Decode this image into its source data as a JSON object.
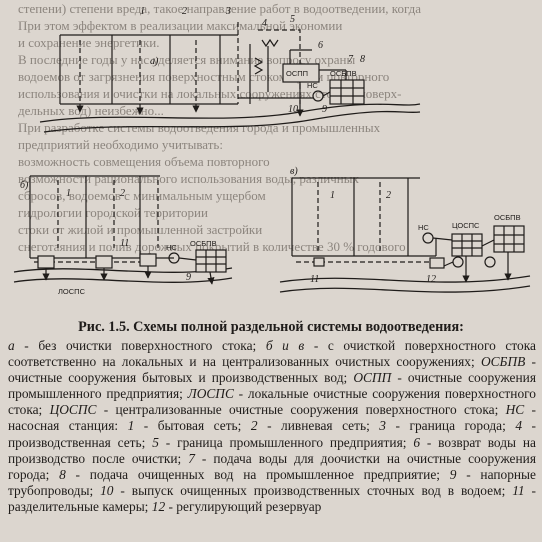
{
  "background_text": [
    "степени) степени вреда, такое направление работ в водоотведении, когда",
    "При этом эффектом в реализации максимальной экономии",
    "и сохранение энергетики.",
    "В последние годы у нас уделяется внимание вопросу охраны",
    "водоемов от загрязнения поверхностным стоком путем повторного",
    "использования и очистки на локальных сооружениях стоков (поверх-",
    "дельных вод) неизбежно...",
    "При разработке системы водоотведения города и промышленных",
    "предприятий необходимо учитывать:",
    "возможность совмещения объема повторного",
    "возможности рационального использования воды, различных",
    "сбросов, водоемов с минимальным ущербом",
    "гидрологии городской территории",
    "стоки от жилой и промышленной застройки",
    "снеготаяния и полив дорожных покрытий в количестве 30 % годового"
  ],
  "figure": {
    "panel_labels": {
      "a": "а)",
      "b": "б)",
      "c": "в)"
    },
    "numbers": {
      "n1": "1",
      "n2": "2",
      "n3": "3",
      "n4": "4",
      "n5": "5",
      "n6": "6",
      "n7": "7",
      "n8": "8",
      "n9": "9",
      "n10": "10",
      "n11": "11",
      "n12": "12"
    },
    "boxes": {
      "ospp": "ОСПП",
      "osbv": "ОСБПВ",
      "ns": "НС",
      "lospc": "ЛОСПС",
      "cospc": "ЦОСПС"
    }
  },
  "caption": {
    "title": "Рис. 1.5. Схемы полной раздельной системы водоотведения:",
    "items": [
      {
        "term": "а",
        "text": " - без очистки поверхностного стока; "
      },
      {
        "term": "б и в",
        "text": " - с очисткой поверхностного стока соответственно на локальных и на централизованных очистных сооружениях; "
      },
      {
        "term": "ОСБПВ",
        "text": " - очистные сооружения бытовых и производственных вод; "
      },
      {
        "term": "ОСПП",
        "text": " - очистные сооружения промышленного предприятия; "
      },
      {
        "term": "ЛОСПС",
        "text": " - локальные очистные сооружения поверхностного стока; "
      },
      {
        "term": "ЦОСПС",
        "text": " - централизованные очистные сооружения поверхностного стока; "
      },
      {
        "term": "НС",
        "text": " - насосная станция: "
      },
      {
        "term": "1",
        "text": " - бытовая сеть; "
      },
      {
        "term": "2",
        "text": " - ливневая сеть; "
      },
      {
        "term": "3",
        "text": " - граница города; "
      },
      {
        "term": "4",
        "text": " - производственная сеть; "
      },
      {
        "term": "5",
        "text": " - граница промышленного предприятия; "
      },
      {
        "term": "6",
        "text": " - возврат воды на производство после очистки; "
      },
      {
        "term": "7",
        "text": " - подача воды для доочистки на очистные сооружения города; "
      },
      {
        "term": "8",
        "text": " - подача очищенных вод на промышленное предприятие; "
      },
      {
        "term": "9",
        "text": " - напорные трубопроводы; "
      },
      {
        "term": "10",
        "text": " - выпуск очищенных производственных сточных вод в водоем; "
      },
      {
        "term": "11",
        "text": " - разделительные камеры; "
      },
      {
        "term": "12",
        "text": " - регулирующий резервуар"
      }
    ]
  }
}
